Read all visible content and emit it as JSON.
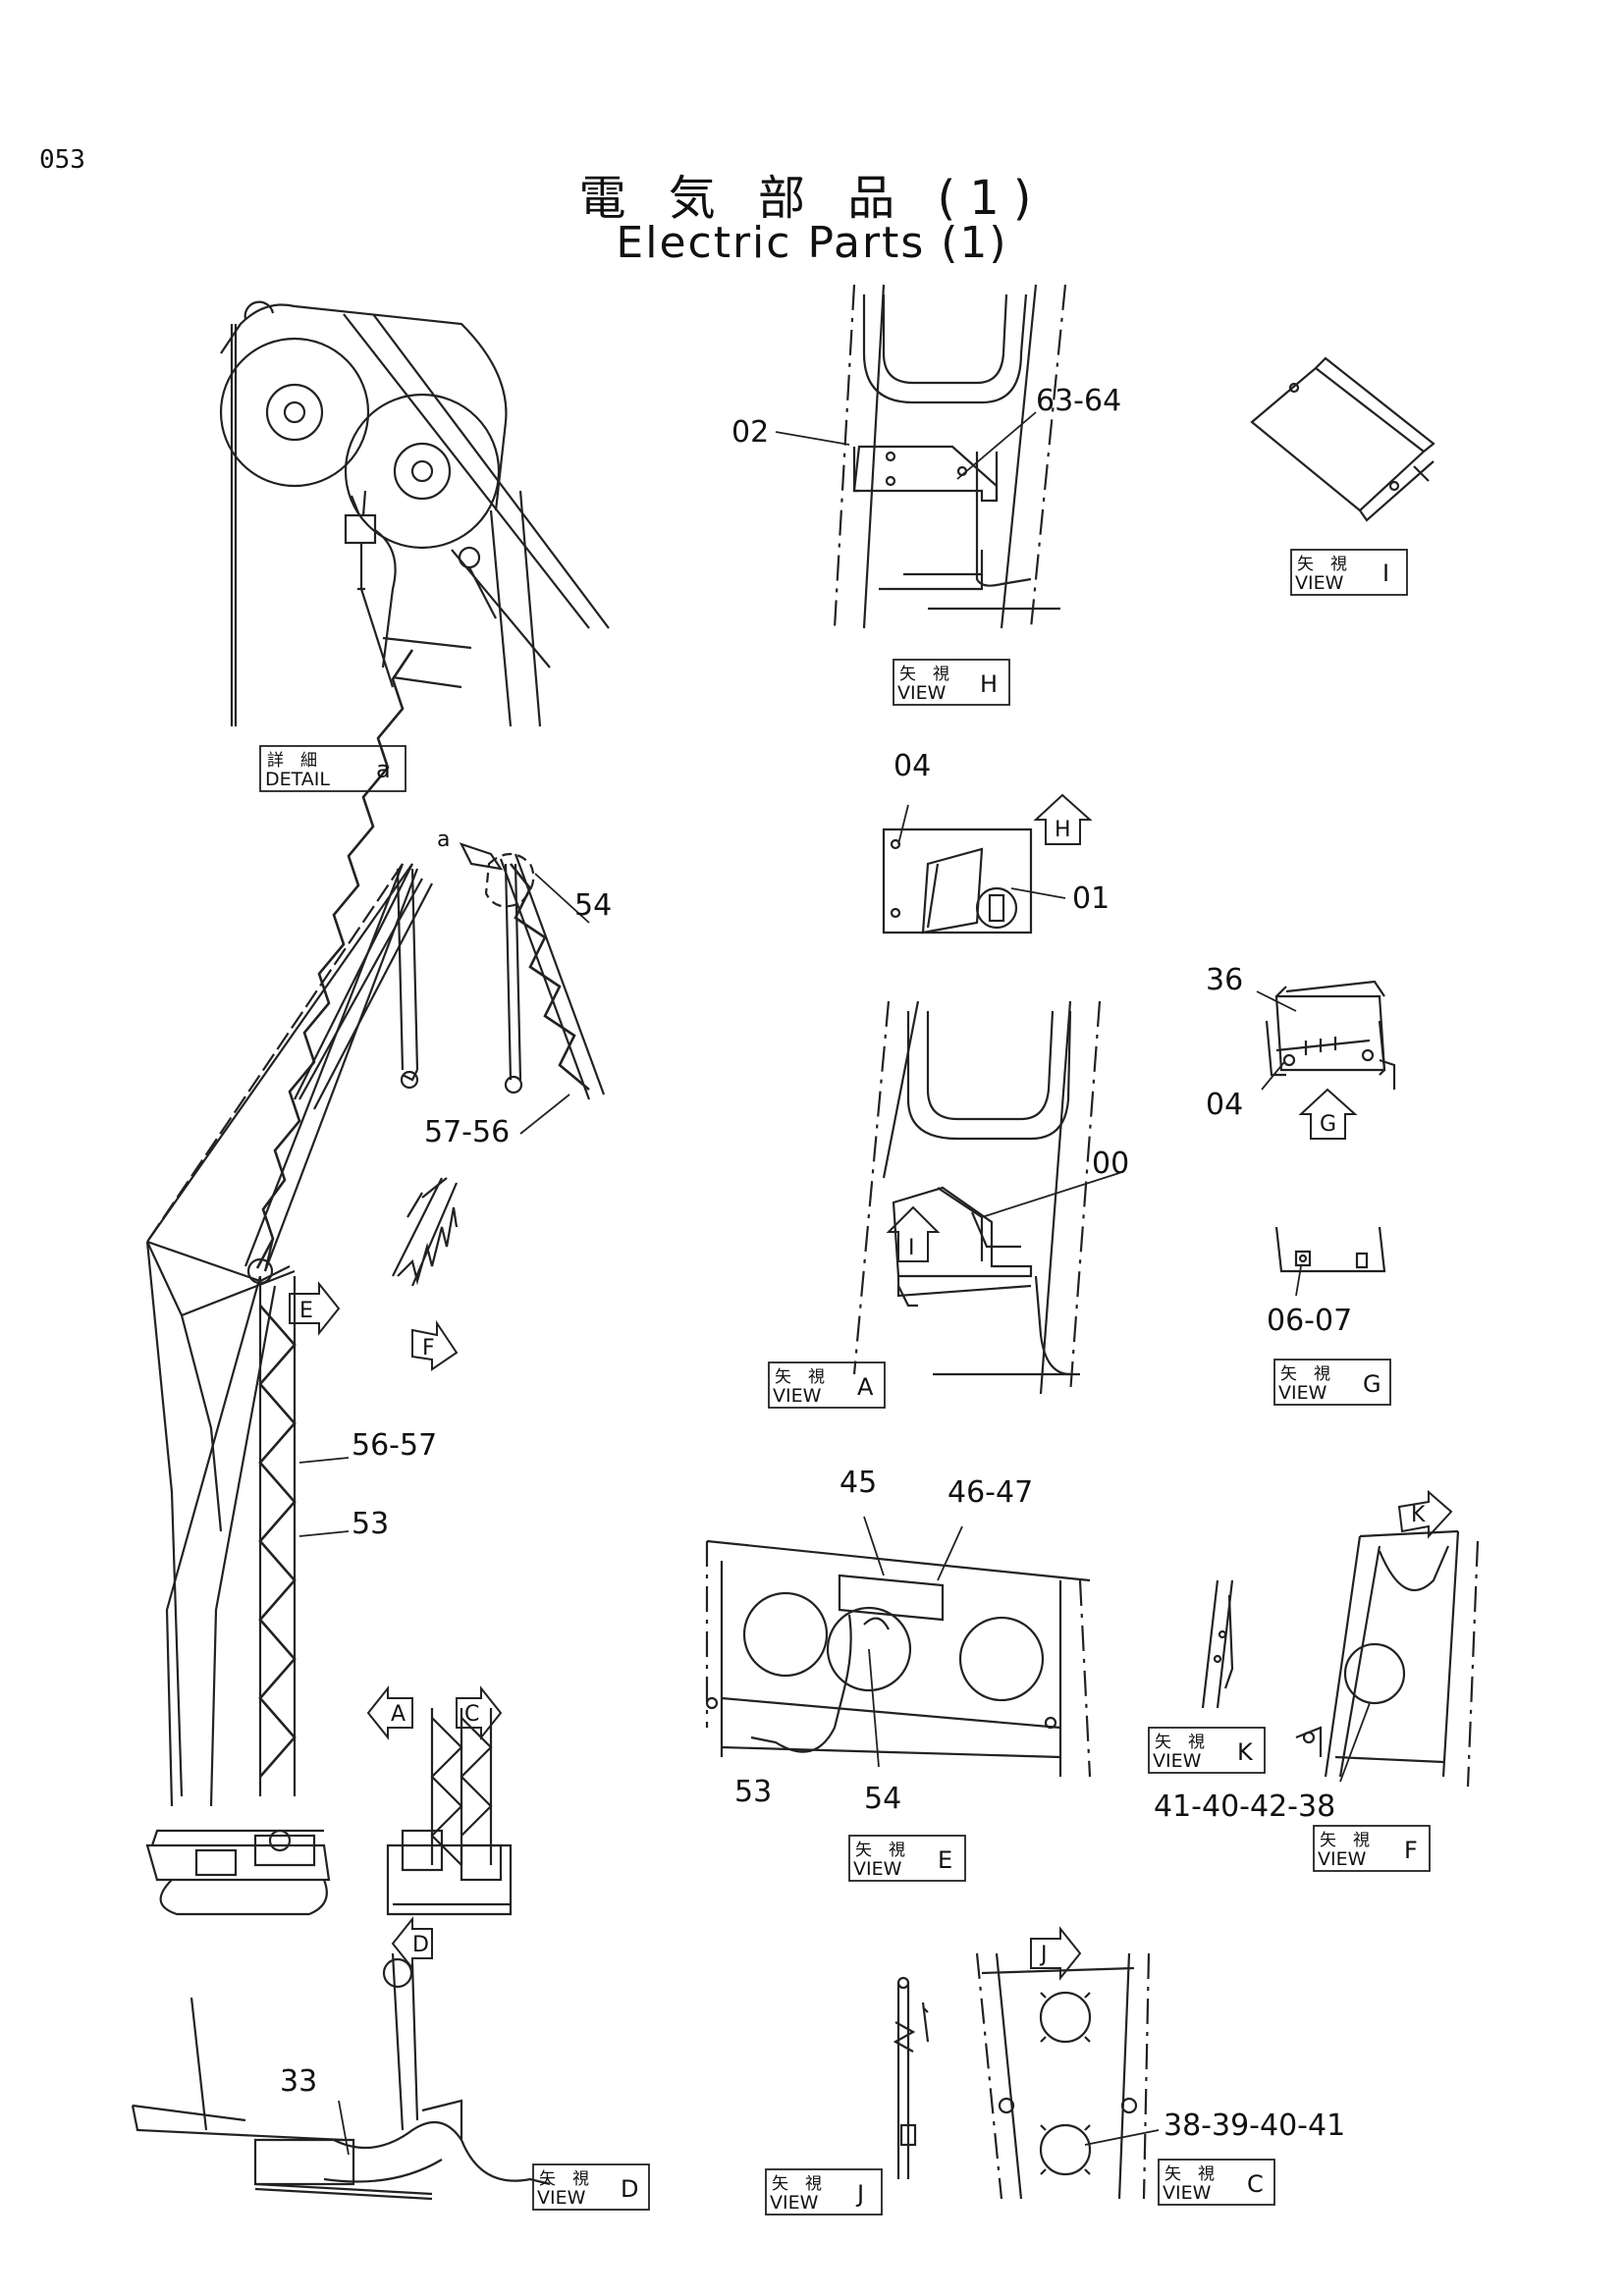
{
  "page_number": "053",
  "title_jp": "電 気 部 品 (1)",
  "title_en": "Electric Parts (1)",
  "captions": {
    "detail_a": {
      "jp": "詳　細",
      "en": "DETAIL",
      "letter": "a"
    },
    "view_h": {
      "jp": "矢　視",
      "en": "VIEW",
      "letter": "H"
    },
    "view_i": {
      "jp": "矢　視",
      "en": "VIEW",
      "letter": "I"
    },
    "view_a": {
      "jp": "矢　視",
      "en": "VIEW",
      "letter": "A"
    },
    "view_g": {
      "jp": "矢　視",
      "en": "VIEW",
      "letter": "G"
    },
    "view_e": {
      "jp": "矢　視",
      "en": "VIEW",
      "letter": "E"
    },
    "view_k": {
      "jp": "矢　視",
      "en": "VIEW",
      "letter": "K"
    },
    "view_f": {
      "jp": "矢　視",
      "en": "VIEW",
      "letter": "F"
    },
    "view_d": {
      "jp": "矢　視",
      "en": "VIEW",
      "letter": "D"
    },
    "view_j": {
      "jp": "矢　視",
      "en": "VIEW",
      "letter": "J"
    },
    "view_c": {
      "jp": "矢　視",
      "en": "VIEW",
      "letter": "C"
    }
  },
  "part_labels": {
    "p02": "02",
    "p63_64": "63-64",
    "p04_top": "04",
    "p01": "01",
    "p36": "36",
    "p04_g": "04",
    "p00": "00",
    "p06_07": "06-07",
    "p54_top": "54",
    "p57_56": "57-56",
    "p56_57": "56-57",
    "p53_crane": "53",
    "p45": "45",
    "p46_47": "46-47",
    "p53_e": "53",
    "p54_e": "54",
    "p41_40_42_38": "41-40-42-38",
    "p33": "33",
    "p38_39_40_41": "38-39-40-41",
    "a_mark": "a"
  },
  "view_arrows": {
    "h": "H",
    "g": "G",
    "i": "I",
    "e": "E",
    "f": "F",
    "a": "A",
    "c": "C",
    "d": "D",
    "k": "K",
    "j": "J"
  }
}
